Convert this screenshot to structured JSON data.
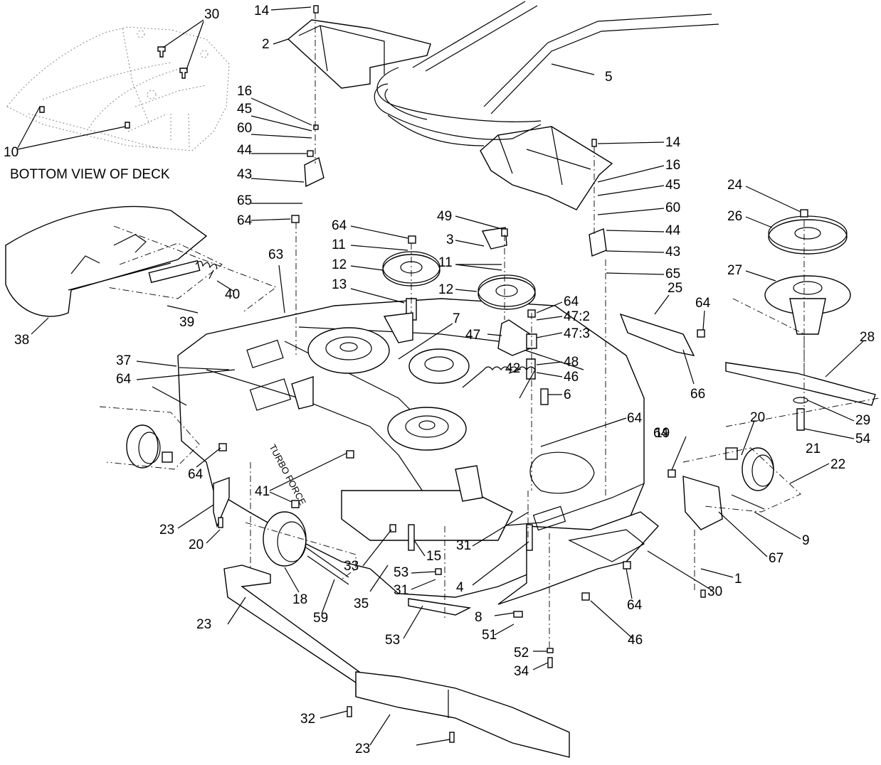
{
  "diagram": {
    "caption": "BOTTOM VIEW OF DECK",
    "deck_decal": "TURBO FORCE",
    "callouts": [
      {
        "label": "14"
      },
      {
        "label": "2"
      },
      {
        "label": "5"
      },
      {
        "label": "30"
      },
      {
        "label": "10"
      },
      {
        "label": "16"
      },
      {
        "label": "45"
      },
      {
        "label": "60"
      },
      {
        "label": "44"
      },
      {
        "label": "43"
      },
      {
        "label": "65"
      },
      {
        "label": "64"
      },
      {
        "label": "38"
      },
      {
        "label": "39"
      },
      {
        "label": "40"
      },
      {
        "label": "63"
      },
      {
        "label": "64"
      },
      {
        "label": "11"
      },
      {
        "label": "12"
      },
      {
        "label": "13"
      },
      {
        "label": "49"
      },
      {
        "label": "3"
      },
      {
        "label": "11"
      },
      {
        "label": "12"
      },
      {
        "label": "64"
      },
      {
        "label": "47:2"
      },
      {
        "label": "47:3"
      },
      {
        "label": "47"
      },
      {
        "label": "7"
      },
      {
        "label": "48"
      },
      {
        "label": "46"
      },
      {
        "label": "42"
      },
      {
        "label": "6"
      },
      {
        "label": "14"
      },
      {
        "label": "16"
      },
      {
        "label": "45"
      },
      {
        "label": "60"
      },
      {
        "label": "44"
      },
      {
        "label": "43"
      },
      {
        "label": "65"
      },
      {
        "label": "25"
      },
      {
        "label": "64"
      },
      {
        "label": "66"
      },
      {
        "label": "64"
      },
      {
        "label": "24"
      },
      {
        "label": "26"
      },
      {
        "label": "27"
      },
      {
        "label": "28"
      },
      {
        "label": "29"
      },
      {
        "label": "54"
      },
      {
        "label": "37"
      },
      {
        "label": "64"
      },
      {
        "label": "64"
      },
      {
        "label": "41"
      },
      {
        "label": "23"
      },
      {
        "label": "20"
      },
      {
        "label": "18"
      },
      {
        "label": "33"
      },
      {
        "label": "59"
      },
      {
        "label": "35"
      },
      {
        "label": "53"
      },
      {
        "label": "31"
      },
      {
        "label": "15"
      },
      {
        "label": "31"
      },
      {
        "label": "4"
      },
      {
        "label": "64"
      },
      {
        "label": "19"
      },
      {
        "label": "20"
      },
      {
        "label": "21"
      },
      {
        "label": "22"
      },
      {
        "label": "9"
      },
      {
        "label": "67"
      },
      {
        "label": "1"
      },
      {
        "label": "30"
      },
      {
        "label": "64"
      },
      {
        "label": "46"
      },
      {
        "label": "8"
      },
      {
        "label": "51"
      },
      {
        "label": "53"
      },
      {
        "label": "52"
      },
      {
        "label": "34"
      },
      {
        "label": "23"
      },
      {
        "label": "32"
      },
      {
        "label": "23"
      }
    ]
  }
}
